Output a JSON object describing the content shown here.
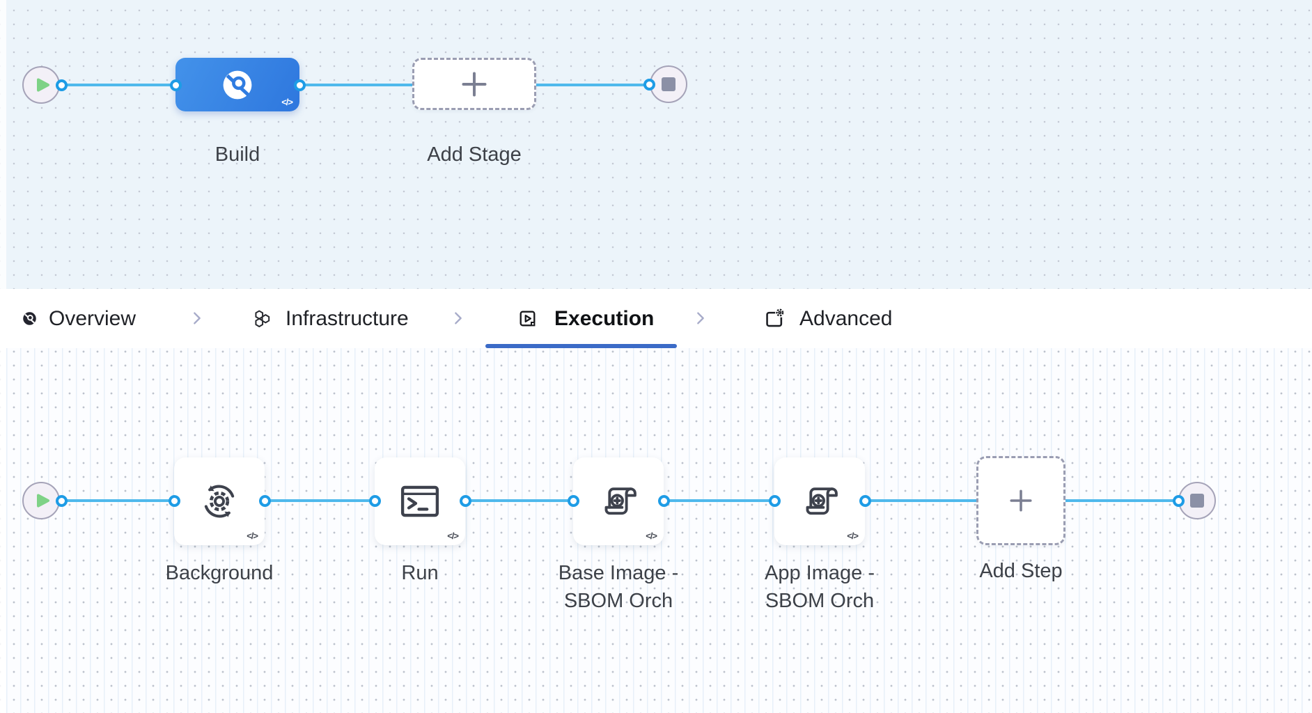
{
  "stage_pipeline": {
    "start_icon": "play-icon",
    "stages": [
      {
        "label": "Build",
        "icon": "ci-build-icon",
        "code_badge": "</>"
      }
    ],
    "add_stage": {
      "label": "Add Stage",
      "icon": "plus-icon"
    },
    "end_icon": "stop-icon"
  },
  "tab_bar": {
    "tabs": [
      {
        "label": "Overview",
        "icon": "ci-overview-icon",
        "active": false
      },
      {
        "label": "Infrastructure",
        "icon": "hexagons-icon",
        "active": false
      },
      {
        "label": "Execution",
        "icon": "play-square-icon",
        "active": true
      },
      {
        "label": "Advanced",
        "icon": "gear-square-icon",
        "active": false
      }
    ]
  },
  "execution_pipeline": {
    "start_icon": "play-icon",
    "steps": [
      {
        "label_line1": "Background",
        "label_line2": "",
        "icon": "sync-gear-icon",
        "code_badge": "</>"
      },
      {
        "label_line1": "Run",
        "label_line2": "",
        "icon": "terminal-icon",
        "code_badge": "</>"
      },
      {
        "label_line1": "Base Image -",
        "label_line2": "SBOM Orch",
        "icon": "scroll-plus-icon",
        "code_badge": "</>"
      },
      {
        "label_line1": "App Image -",
        "label_line2": "SBOM Orch",
        "icon": "scroll-plus-icon",
        "code_badge": "</>"
      }
    ],
    "add_step": {
      "label": "Add Step",
      "icon": "plus-icon"
    },
    "end_icon": "stop-icon"
  },
  "colors": {
    "edge_blue": "#4fb9ec",
    "port_ring_blue": "#1e9ce6",
    "stage_gradient_start": "#4392ea",
    "stage_gradient_end": "#2e77de",
    "active_tab_underline": "#3b6bc7",
    "play_green": "#7ed286",
    "terminal_fill": "#f3f0f7",
    "stop_gray": "#8b90a6",
    "canvas_top_bg": "#ecf4fa",
    "canvas_bottom_bg": "#fcfdff"
  }
}
